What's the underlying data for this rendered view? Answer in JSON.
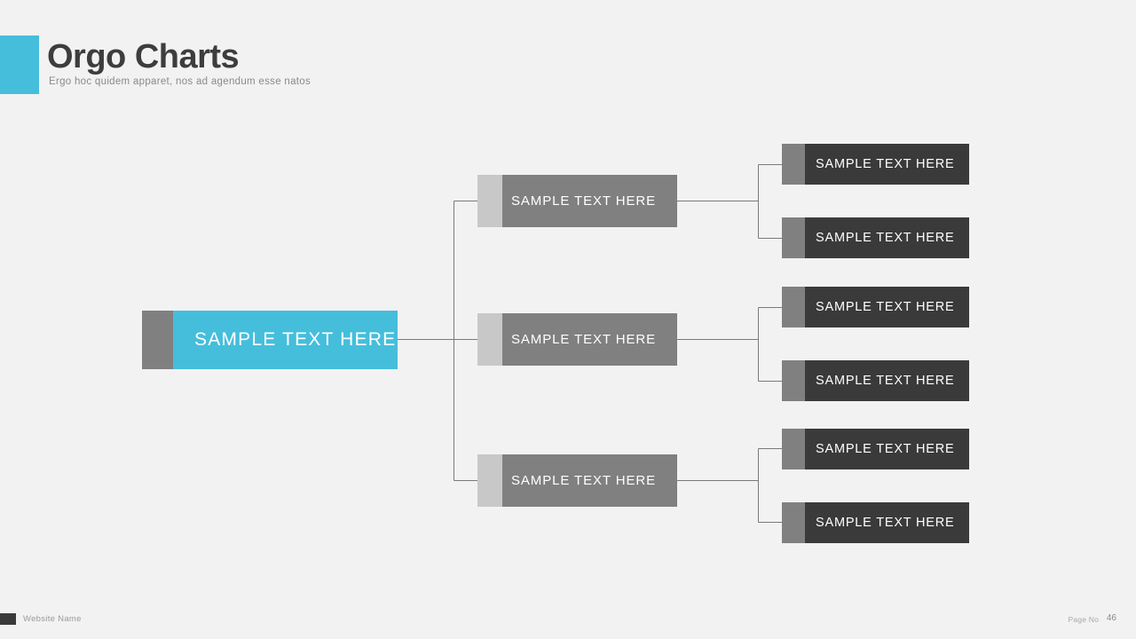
{
  "header": {
    "title": "Orgo Charts",
    "subtitle": "Ergo hoc quidem apparet, nos ad agendum esse natos",
    "accent_color": "#45bedc"
  },
  "chart_data": {
    "type": "diagram",
    "title": "Orgo Charts",
    "layout": "horizontal-tree",
    "colors": {
      "background": "#f2f2f2",
      "root_body": "#45bedc",
      "root_tab": "#808080",
      "level2_body": "#808080",
      "level2_tab": "#c8c8c8",
      "level3_body": "#3a3a3a",
      "level3_tab": "#808080",
      "connector": "#7a7a7a"
    },
    "root": {
      "label": "SAMPLE TEXT HERE"
    },
    "branches": [
      {
        "label": "SAMPLE TEXT HERE",
        "children": [
          {
            "label": "SAMPLE TEXT HERE"
          },
          {
            "label": "SAMPLE TEXT HERE"
          }
        ]
      },
      {
        "label": "SAMPLE TEXT HERE",
        "children": [
          {
            "label": "SAMPLE TEXT HERE"
          },
          {
            "label": "SAMPLE TEXT HERE"
          }
        ]
      },
      {
        "label": "SAMPLE TEXT HERE",
        "children": [
          {
            "label": "SAMPLE TEXT HERE"
          },
          {
            "label": "SAMPLE TEXT HERE"
          }
        ]
      }
    ]
  },
  "footer": {
    "website_name": "Website Name",
    "page_label": "Page No",
    "page_number": "46"
  }
}
